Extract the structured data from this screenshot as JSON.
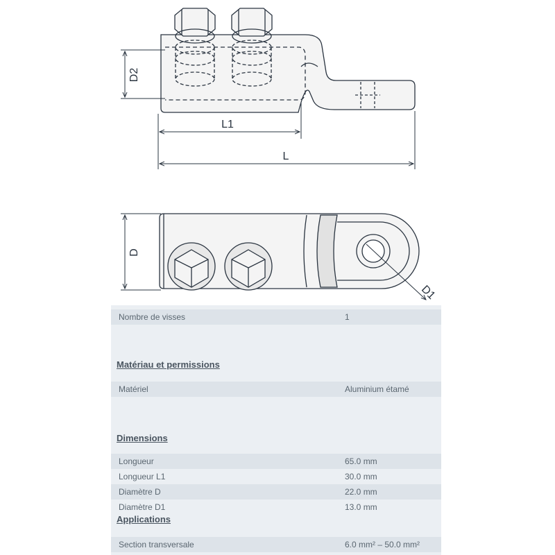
{
  "drawing": {
    "labels": {
      "d2": "D2",
      "l1": "L1",
      "l": "L",
      "d": "D",
      "d1": "D1"
    },
    "colors": {
      "line": "#2a3440",
      "fill": "#f4f4f4",
      "shade": "#e2e2e2"
    }
  },
  "specs": {
    "screw": {
      "label": "Nombre de visses",
      "value": "1"
    },
    "material_section": {
      "heading": "Matériau et permissions",
      "rows": [
        {
          "label": "Matériel",
          "value": "Aluminium étamé"
        }
      ]
    },
    "dimensions_section": {
      "heading": "Dimensions",
      "rows": [
        {
          "label": "Longueur",
          "value": "65.0 mm"
        },
        {
          "label": "Longueur L1",
          "value": "30.0 mm"
        },
        {
          "label": "Diamètre D",
          "value": "22.0 mm"
        },
        {
          "label": "Diamètre D1",
          "value": "13.0 mm"
        }
      ]
    },
    "applications_section": {
      "heading": "Applications",
      "rows": [
        {
          "label": "Section transversale",
          "value": "6.0 mm² – 50.0 mm²"
        }
      ]
    },
    "colors": {
      "panel": "#ebeff3",
      "band": "#dde3e9",
      "text": "#5a6670"
    }
  }
}
